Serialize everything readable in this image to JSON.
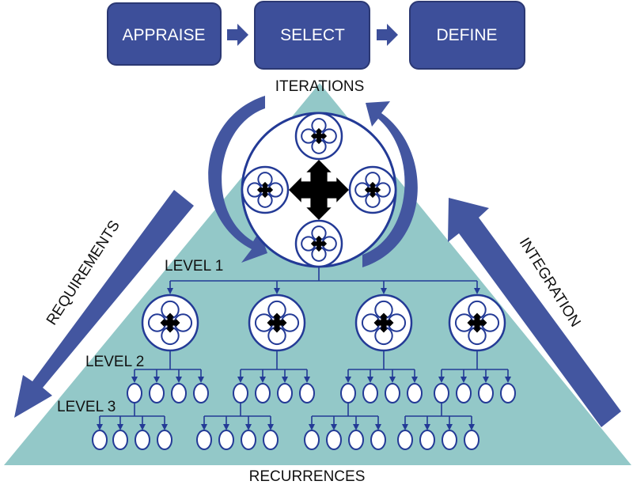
{
  "process_steps": [
    "APPRAISE",
    "SELECT",
    "DEFINE"
  ],
  "labels": {
    "iterations": "ITERATIONS",
    "requirements": "REQUIREMENTS",
    "integration": "INTEGRATION",
    "recurrences": "RECURRENCES",
    "level1": "LEVEL 1",
    "level2": "LEVEL 2",
    "level3": "LEVEL 3"
  },
  "colors": {
    "box_fill": "#3d4f9a",
    "box_stroke": "#2b3873",
    "triangle": "#93c8c8",
    "arrow": "#4356a0",
    "node_stroke": "#233a96",
    "cross": "#000000"
  },
  "icons": [
    "four-way-arrow-icon"
  ]
}
